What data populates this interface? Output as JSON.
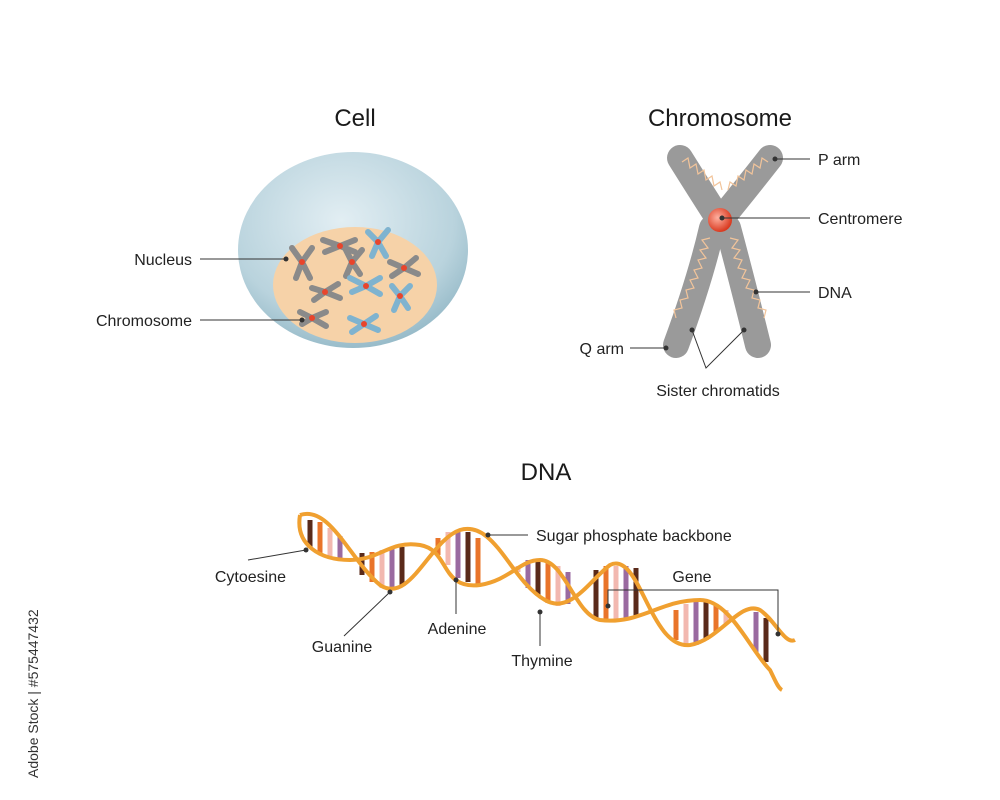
{
  "cell": {
    "title": "Cell",
    "labels": {
      "nucleus": "Nucleus",
      "chromosome": "Chromosome"
    }
  },
  "chromosome": {
    "title": "Chromosome",
    "labels": {
      "p_arm": "P arm",
      "centromere": "Centromere",
      "dna": "DNA",
      "q_arm": "Q arm",
      "sister_chromatids": "Sister chromatids"
    }
  },
  "dna": {
    "title": "DNA",
    "labels": {
      "sugar_backbone": "Sugar phosphate backbone",
      "cytosine": "Cytoesine",
      "guanine": "Guanine",
      "adenine": "Adenine",
      "thymine": "Thymine",
      "gene": "Gene"
    }
  },
  "colors": {
    "cell_membrane": "#b9d3dd",
    "nucleus": "#f6d2a8",
    "chromosome_gray": "#8a8a8a",
    "chromosome_blue": "#7fb3cf",
    "centromere": "#e8452c",
    "chromatid": "#9a9a9a",
    "dna_strand": "#f0a030",
    "base_dark": "#5a2a1a",
    "base_orange": "#e9742a",
    "base_pink": "#f2b8b0",
    "base_purple": "#9a6aa0"
  },
  "watermark": {
    "text": "Adobe Stock | #575447432"
  }
}
